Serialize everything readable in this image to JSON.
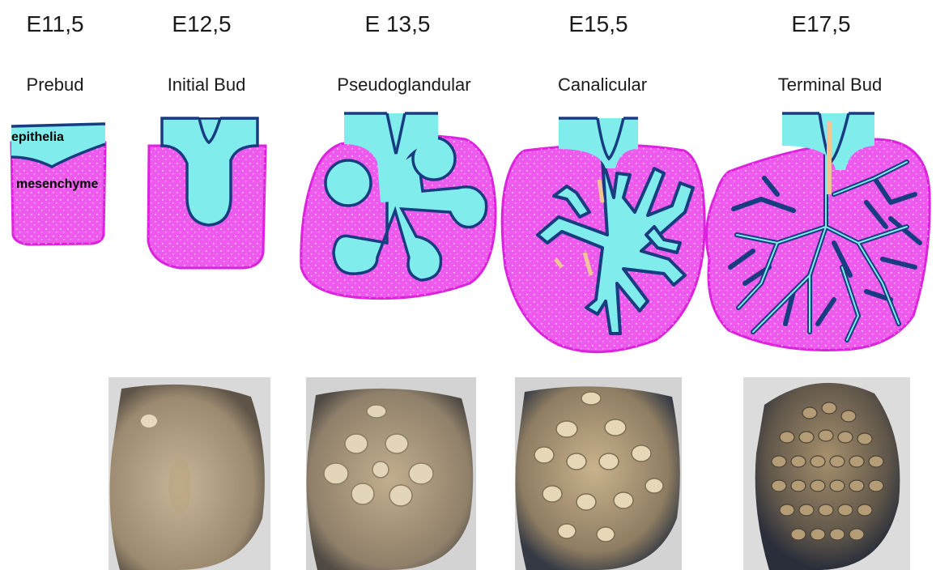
{
  "stages": [
    {
      "day": "E11,5",
      "name": "Prebud"
    },
    {
      "day": "E12,5",
      "name": "Initial Bud"
    },
    {
      "day": "E 13,5",
      "name": "Pseudoglandular"
    },
    {
      "day": "E15,5",
      "name": "Canalicular"
    },
    {
      "day": "E17,5",
      "name": "Terminal Bud"
    }
  ],
  "labels": {
    "epithelia": "epithelia",
    "mesenchyme": "mesenchyme"
  },
  "colors": {
    "mesenchyme": "#ee5aee",
    "mesenchyme_edge": "#dd22dd",
    "epithelium": "#80ecec",
    "epithelium_edge": "#183c80",
    "lumen": "#f1c596"
  },
  "photos": [
    "E12,5 explant micrograph",
    "E13,5 explant micrograph",
    "E15,5 explant micrograph",
    "E17,5 explant micrograph"
  ]
}
